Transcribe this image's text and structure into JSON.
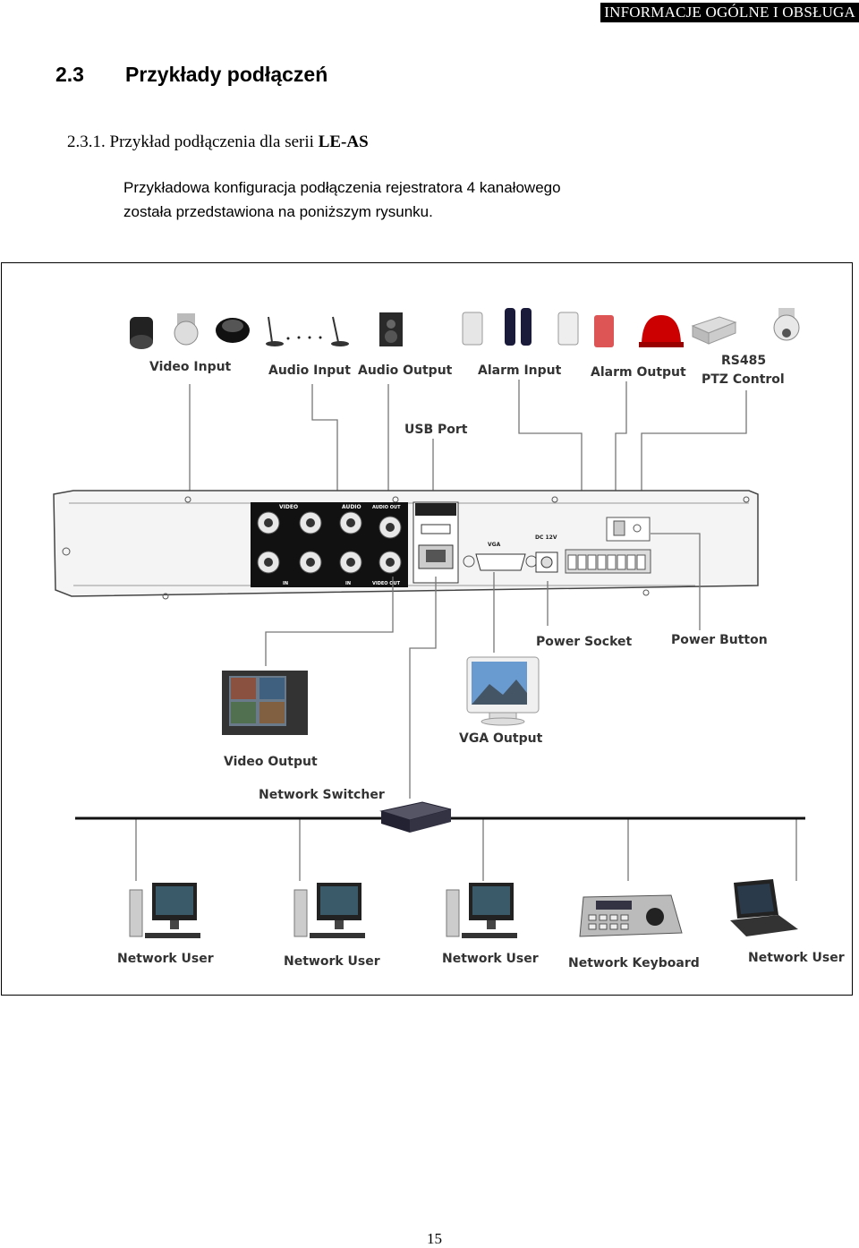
{
  "header": {
    "tag": "INFORMACJE OGÓLNE I OBSŁUGA"
  },
  "section": {
    "number": "2.3",
    "title": "Przykłady podłączeń"
  },
  "subsection": {
    "number": "2.3.1.",
    "text": "Przykład podłączenia dla serii",
    "model": "LE-AS"
  },
  "paragraph": {
    "line1": "Przykładowa konfiguracja podłączenia rejestratora 4 kanałowego",
    "line2": "została przedstawiona na poniższym rysunku."
  },
  "figure": {
    "labels": {
      "video_input": "Video Input",
      "audio_input": "Audio Input",
      "audio_output": "Audio Output",
      "alarm_input": "Alarm Input",
      "alarm_output": "Alarm Output",
      "rs485": "RS485",
      "ptz_control": "PTZ Control",
      "usb_port": "USB Port",
      "power_socket": "Power Socket",
      "power_button": "Power Button",
      "video_output": "Video Output",
      "vga_output": "VGA Output",
      "network_switcher": "Network Switcher",
      "network_user": "Network User",
      "network_keyboard": "Network Keyboard"
    },
    "panel": {
      "video": "VIDEO",
      "audio": "AUDIO",
      "audio_out": "AUDIO OUT",
      "video_out": "VIDEO OUT",
      "vga": "VGA",
      "dc": "DC 12V",
      "in": "IN"
    }
  },
  "page": {
    "number": "15"
  }
}
